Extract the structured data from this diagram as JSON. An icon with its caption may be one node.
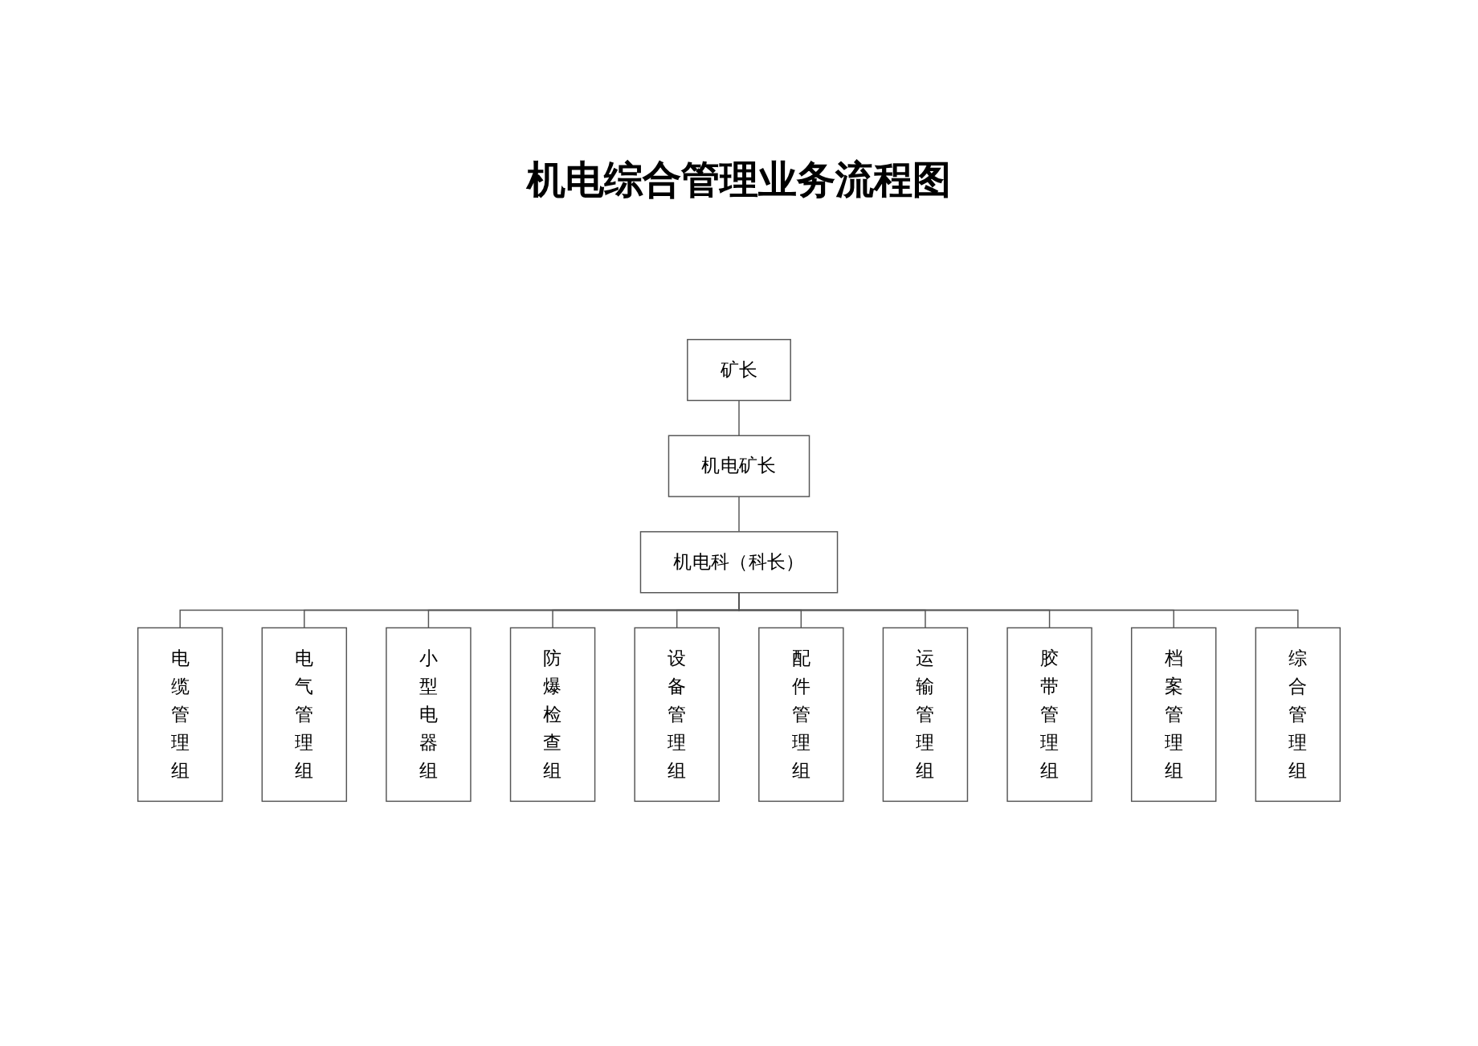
{
  "diagram": {
    "title": "机电综合管理业务流程图",
    "nodes": [
      {
        "text": [
          "矿长"
        ]
      },
      {
        "text": [
          "机电矿长"
        ]
      },
      {
        "text": [
          "机电科（科长）"
        ]
      },
      {
        "text": [
          "电缆管理组"
        ]
      },
      {
        "text": [
          "电气管理组"
        ]
      },
      {
        "text": [
          "小型电器组"
        ]
      },
      {
        "text": [
          "防爆检查组"
        ]
      },
      {
        "text": [
          "设备管理组"
        ]
      },
      {
        "text": [
          "配件管理组"
        ]
      },
      {
        "text": [
          "运输管理组"
        ]
      },
      {
        "text": [
          "胶带管理组"
        ]
      },
      {
        "text": [
          "档案管理组"
        ]
      },
      {
        "text": [
          "综合管理组"
        ]
      }
    ],
    "edges": [
      {
        "from": 0,
        "to": 1,
        "arrow": "none"
      },
      {
        "from": 1,
        "to": 2,
        "arrow": "none"
      },
      {
        "from": 2,
        "to": 3,
        "arrow": "none"
      },
      {
        "from": 2,
        "to": 4,
        "arrow": "none"
      },
      {
        "from": 2,
        "to": 5,
        "arrow": "none"
      },
      {
        "from": 2,
        "to": 6,
        "arrow": "none"
      },
      {
        "from": 2,
        "to": 7,
        "arrow": "none"
      },
      {
        "from": 2,
        "to": 8,
        "arrow": "none"
      },
      {
        "from": 2,
        "to": 9,
        "arrow": "none"
      },
      {
        "from": 2,
        "to": 10,
        "arrow": "none"
      },
      {
        "from": 2,
        "to": 11,
        "arrow": "none"
      },
      {
        "from": 2,
        "to": 12,
        "arrow": "none"
      }
    ]
  }
}
